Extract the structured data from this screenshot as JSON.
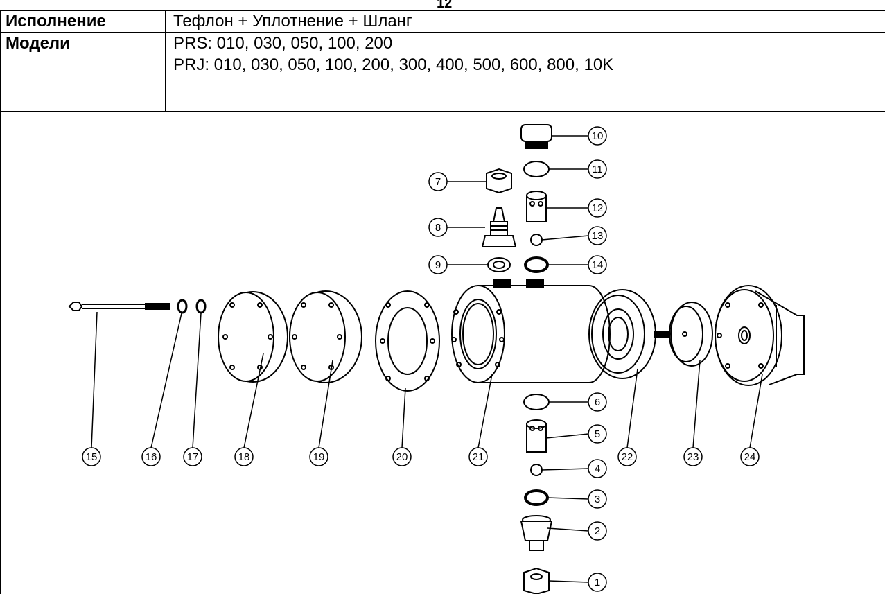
{
  "page_number": "12",
  "table": {
    "rows": [
      {
        "label": "Исполнение",
        "lines": [
          "Тефлон + Уплотнение + Шланг"
        ]
      },
      {
        "label": "Модели",
        "lines": [
          "PRS: 010, 030, 050, 100, 200",
          "PRJ: 010, 030, 050, 100, 200, 300, 400, 500, 600, 800, 10K"
        ]
      }
    ]
  },
  "drawing": {
    "callouts": [
      "1",
      "2",
      "3",
      "4",
      "5",
      "6",
      "7",
      "8",
      "9",
      "10",
      "11",
      "12",
      "13",
      "14",
      "15",
      "16",
      "17",
      "18",
      "19",
      "20",
      "21",
      "22",
      "23",
      "24"
    ]
  }
}
